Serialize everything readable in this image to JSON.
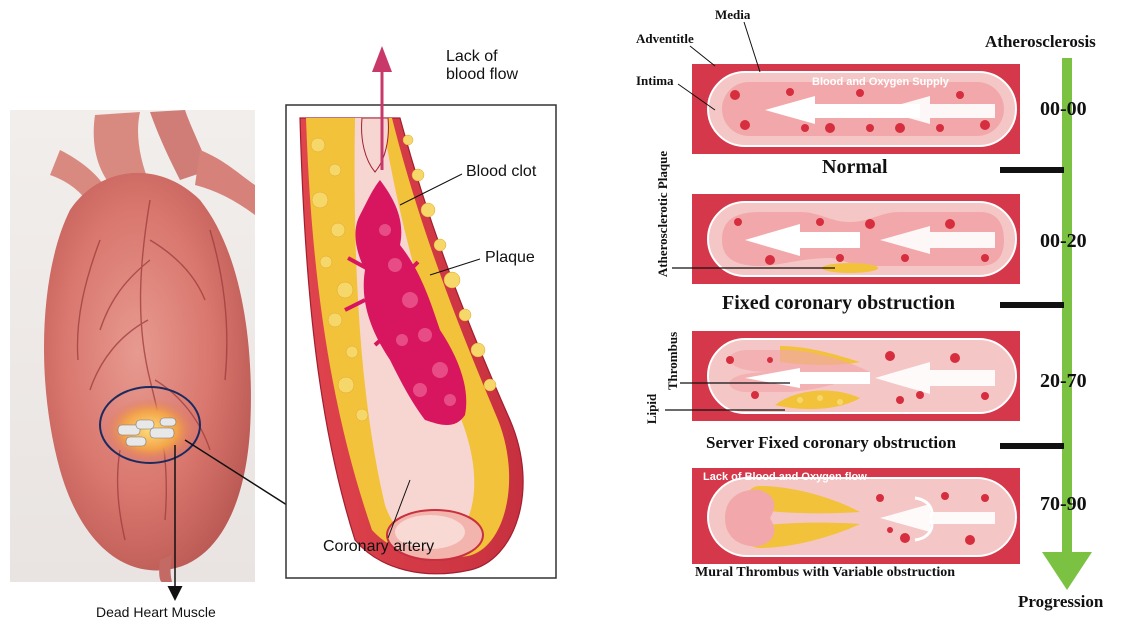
{
  "left_panel": {
    "heart_label": "Dead Heart Muscle",
    "artery_labels": {
      "lack_of_blood_flow_line1": "Lack of",
      "lack_of_blood_flow_line2": "blood flow",
      "blood_clot": "Blood clot",
      "plaque": "Plaque",
      "coronary_artery": "Coronary artery"
    }
  },
  "right_panel": {
    "layer_labels": {
      "media": "Media",
      "adventitle": "Adventitle",
      "intima": "Intima"
    },
    "side_labels": {
      "atherosclerotic_plaque": "Atherosclerotic Plaque",
      "thrombus": "Thrombus",
      "lipid": "Lipid"
    },
    "axis": {
      "top_label": "Atherosclerosis",
      "bottom_label": "Progression"
    },
    "stages": [
      {
        "range": "00-00",
        "caption": "Normal",
        "banner": "Blood and Oxygen Supply"
      },
      {
        "range": "00-20",
        "caption": "Fixed coronary obstruction",
        "banner": ""
      },
      {
        "range": "20-70",
        "caption": "Server Fixed coronary obstruction",
        "banner": ""
      },
      {
        "range": "70-90",
        "caption": "Mural Thrombus with Variable obstruction",
        "banner": "Lack of Blood and Oxygen flow"
      }
    ]
  },
  "colors": {
    "vessel_red": "#d4384a",
    "lumen_pink": "#f4c6c6",
    "plaque_yellow": "#f2c23a",
    "clot_magenta": "#d8155f",
    "axis_green": "#7cc242",
    "arrow_pink": "#c8396a"
  }
}
